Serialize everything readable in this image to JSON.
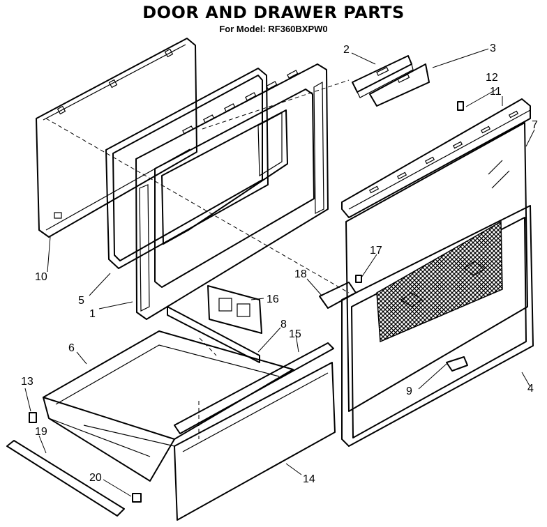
{
  "title": "DOOR AND DRAWER PARTS",
  "subtitle": "For Model: RF360BXPW0",
  "labels": {
    "n1": "1",
    "n2": "2",
    "n3": "3",
    "n4": "4",
    "n5": "5",
    "n6": "6",
    "n7": "7",
    "n8": "8",
    "n9": "9",
    "n10": "10",
    "n11": "11",
    "n12": "12",
    "n13": "13",
    "n14": "14",
    "n15": "15",
    "n16": "16",
    "n17": "17",
    "n18": "18",
    "n19": "19",
    "n20": "20"
  }
}
